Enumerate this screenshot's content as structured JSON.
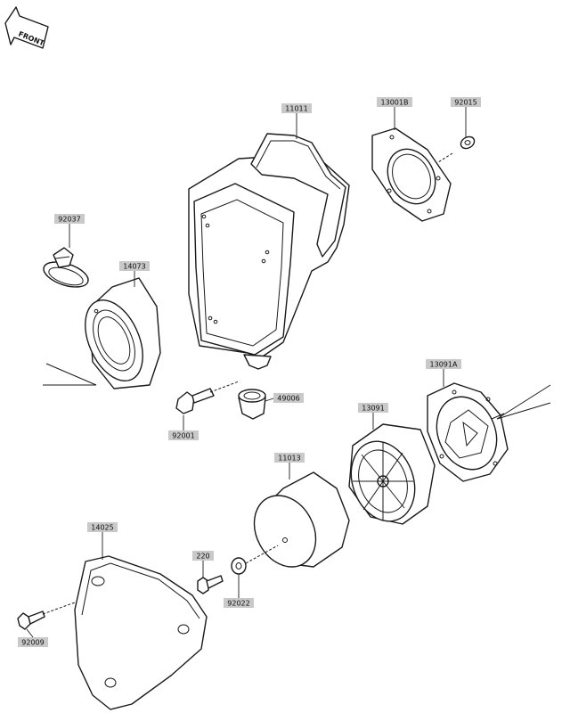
{
  "front_badge": {
    "text": "FRONT"
  },
  "parts": [
    {
      "id": "11011",
      "label": "11011"
    },
    {
      "id": "13001B",
      "label": "13001B"
    },
    {
      "id": "92015",
      "label": "92015"
    },
    {
      "id": "92037",
      "label": "92037"
    },
    {
      "id": "14073",
      "label": "14073"
    },
    {
      "id": "13091A",
      "label": "13091A"
    },
    {
      "id": "49006",
      "label": "49006"
    },
    {
      "id": "13091",
      "label": "13091"
    },
    {
      "id": "92001",
      "label": "92001"
    },
    {
      "id": "11013",
      "label": "11013"
    },
    {
      "id": "14025",
      "label": "14025"
    },
    {
      "id": "220",
      "label": "220"
    },
    {
      "id": "92022",
      "label": "92022"
    },
    {
      "id": "92009",
      "label": "92009"
    }
  ]
}
